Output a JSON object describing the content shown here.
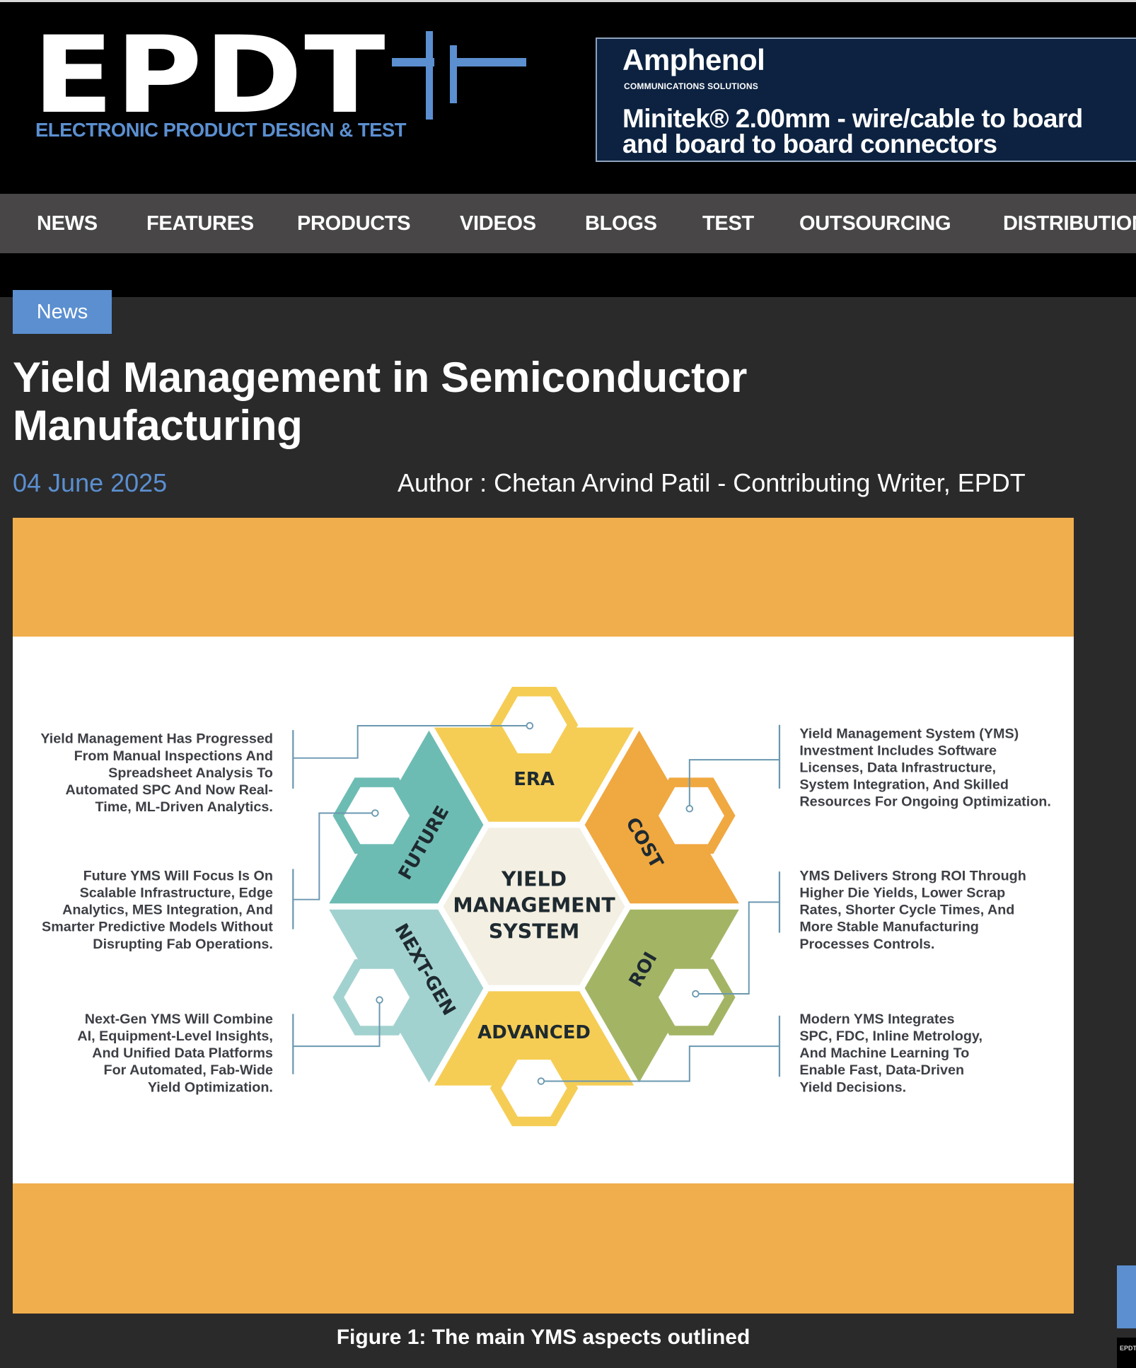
{
  "header": {
    "logo_text": "EPDT",
    "logo_tagline": "ELECTRONIC PRODUCT DESIGN & TEST",
    "logo_accent": "#5b8fd0"
  },
  "ad": {
    "brand": "Amphenol",
    "brand_sub": "COMMUNICATIONS SOLUTIONS",
    "line1": "Minitek® 2.00mm - wire/cable to board",
    "line2": "and board to board connectors",
    "bg_color": "#0c2240"
  },
  "nav": {
    "items": [
      {
        "label": "NEWS"
      },
      {
        "label": "FEATURES"
      },
      {
        "label": "PRODUCTS"
      },
      {
        "label": "VIDEOS"
      },
      {
        "label": "BLOGS"
      },
      {
        "label": "TEST"
      },
      {
        "label": "OUTSOURCING"
      },
      {
        "label": "DISTRIBUTION"
      }
    ]
  },
  "article": {
    "category": "News",
    "title": "Yield Management in Semiconductor Manufacturing",
    "date": "04 June 2025",
    "author": "Author : Chetan Arvind Patil - Contributing Writer, EPDT",
    "figure": {
      "center_lines": [
        "YIELD",
        "MANAGEMENT",
        "SYSTEM"
      ],
      "petals": {
        "era": "ERA",
        "cost": "COST",
        "roi": "ROI",
        "advanced": "ADVANCED",
        "next_gen": "NEXT-GEN",
        "future": "FUTURE"
      },
      "colors": {
        "era": "#f5cd55",
        "cost": "#f0a840",
        "roi": "#a3b565",
        "advanced": "#f5cd55",
        "next_gen": "#a2d2cf",
        "future": "#6dbcb3",
        "center": "#f3efe2",
        "frame": "#f0ae4c"
      },
      "left_notes": [
        [
          "Yield Management Has Progressed",
          "From Manual Inspections And",
          "Spreadsheet Analysis To",
          "Automated SPC And Now Real-",
          "Time, ML-Driven Analytics."
        ],
        [
          "Future YMS Will Focus Is On",
          "Scalable Infrastructure, Edge",
          "Analytics, MES Integration, And",
          "Smarter Predictive Models Without",
          "Disrupting Fab Operations."
        ],
        [
          "Next-Gen YMS Will Combine",
          "AI, Equipment-Level Insights,",
          "And Unified Data Platforms",
          "For Automated, Fab-Wide",
          "Yield Optimization."
        ]
      ],
      "right_notes": [
        [
          "Yield Management System (YMS)",
          "Investment Includes Software",
          "Licenses, Data Infrastructure,",
          "System Integration, And Skilled",
          "Resources For Ongoing Optimization."
        ],
        [
          "YMS Delivers Strong ROI Through",
          "Higher Die Yields, Lower Scrap",
          "Rates, Shorter Cycle Times, And",
          "More Stable Manufacturing",
          "Processes Controls."
        ],
        [
          "Modern YMS Integrates",
          "SPC, FDC, Inline Metrology,",
          "And Machine Learning To",
          "Enable Fast, Data-Driven",
          "Yield Decisions."
        ]
      ],
      "caption": "Figure 1: The main YMS aspects outlined"
    }
  },
  "side_widget": {
    "label": "EPDT"
  }
}
